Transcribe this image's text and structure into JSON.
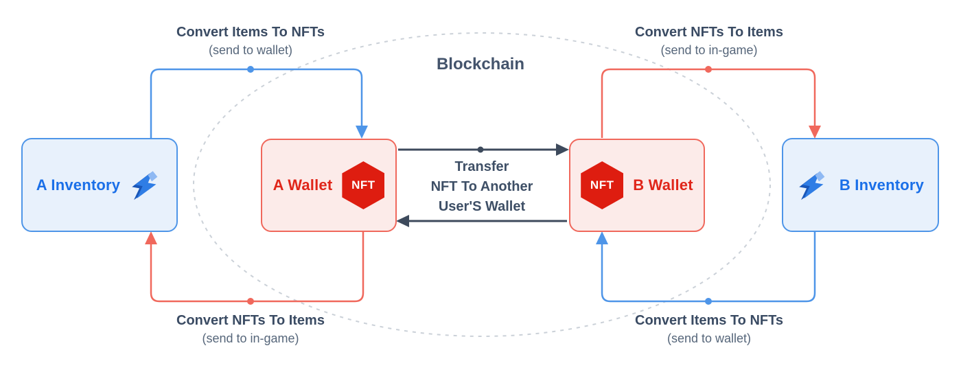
{
  "diagram": {
    "blockchain_label": "Blockchain",
    "nodes": {
      "a_inventory": {
        "label": "A Inventory",
        "icon": "lightning-bolt-icon"
      },
      "a_wallet": {
        "label": "A Wallet",
        "badge": "NFT"
      },
      "b_wallet": {
        "label": "B Wallet",
        "badge": "NFT"
      },
      "b_inventory": {
        "label": "B Inventory",
        "icon": "lightning-bolt-icon"
      }
    },
    "flows": {
      "top_left": {
        "title": "Convert Items To NFTs",
        "subtitle": "(send to wallet)"
      },
      "top_right": {
        "title": "Convert NFTs To Items",
        "subtitle": "(send to in-game)"
      },
      "bottom_left": {
        "title": "Convert NFTs To Items",
        "subtitle": "(send to in-game)"
      },
      "bottom_right": {
        "title": "Convert Items To NFTs",
        "subtitle": "(send to wallet)"
      },
      "transfer": {
        "line1": "Transfer",
        "line2": "NFT To Another",
        "line3": "User'S Wallet"
      }
    },
    "colors": {
      "blue_line": "#4E95E8",
      "blue_fill": "#E8F1FC",
      "blue_text": "#1A6FE8",
      "red_line": "#F0685C",
      "red_fill": "#FCEBE9",
      "red_text": "#E0261A",
      "badge_red": "#DE1D10",
      "slate_text": "#3A4B63",
      "slate_subtext": "#56667A",
      "dark_arrow": "#3D4A5C",
      "ellipse_gray": "#CBD1D8"
    }
  }
}
